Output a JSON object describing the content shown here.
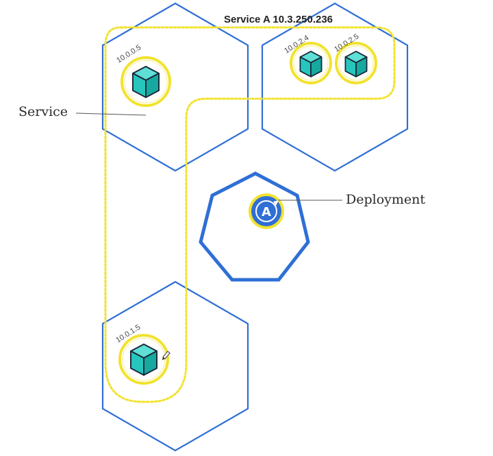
{
  "service": {
    "title": "Service A 10.3.250.236",
    "callout_label": "Service"
  },
  "deployment": {
    "callout_label": "Deployment",
    "icon_letter": "A"
  },
  "pods": [
    {
      "ip": "10.0.0.5"
    },
    {
      "ip": "10.0.2.4"
    },
    {
      "ip": "10.0.2.5"
    },
    {
      "ip": "10.0.1.5"
    }
  ],
  "colors": {
    "node_blue": "#2f6fd6",
    "service_yellow": "#f2e22e",
    "pod_teal": "#26c6bd",
    "pod_outline": "#1b2a3a"
  }
}
